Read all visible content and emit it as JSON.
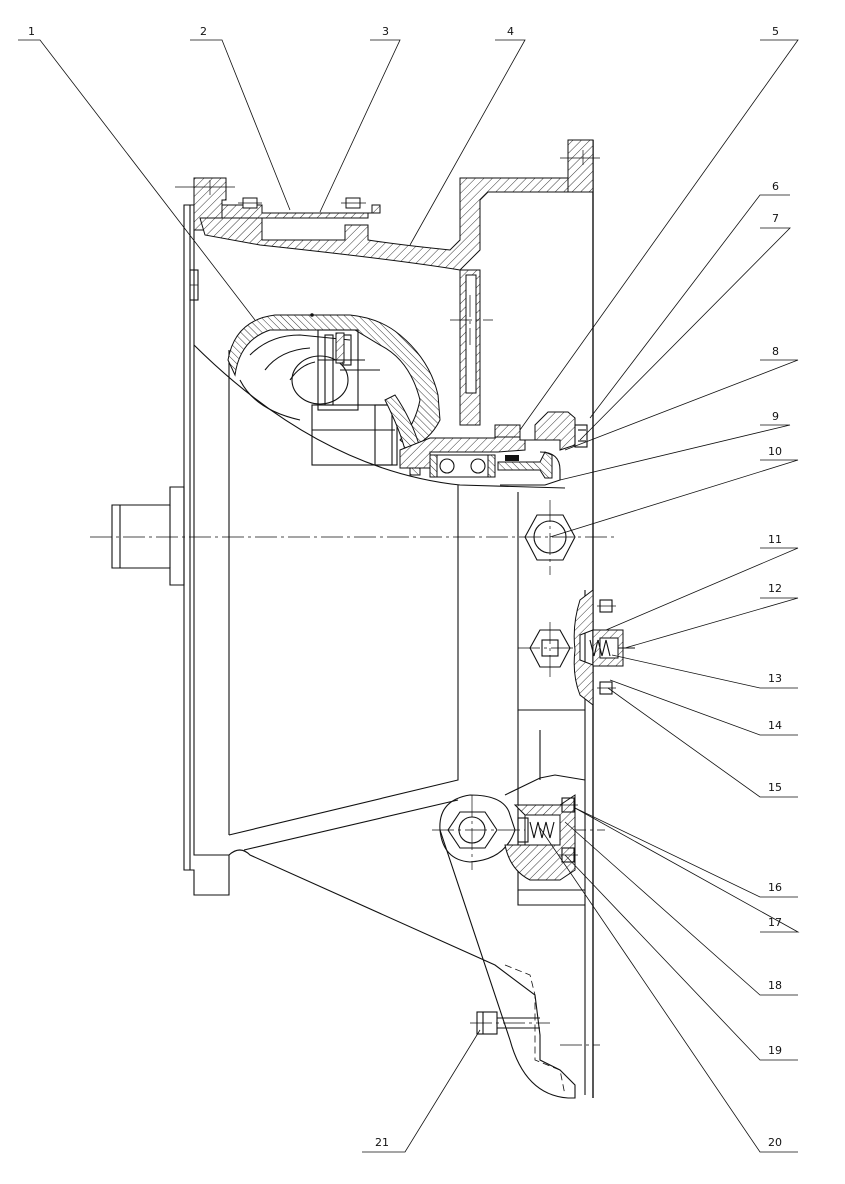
{
  "drawing": {
    "callouts": [
      "1",
      "2",
      "3",
      "4",
      "5",
      "6",
      "7",
      "8",
      "9",
      "10",
      "11",
      "12",
      "13",
      "14",
      "15",
      "16",
      "17",
      "18",
      "19",
      "20",
      "21"
    ]
  }
}
